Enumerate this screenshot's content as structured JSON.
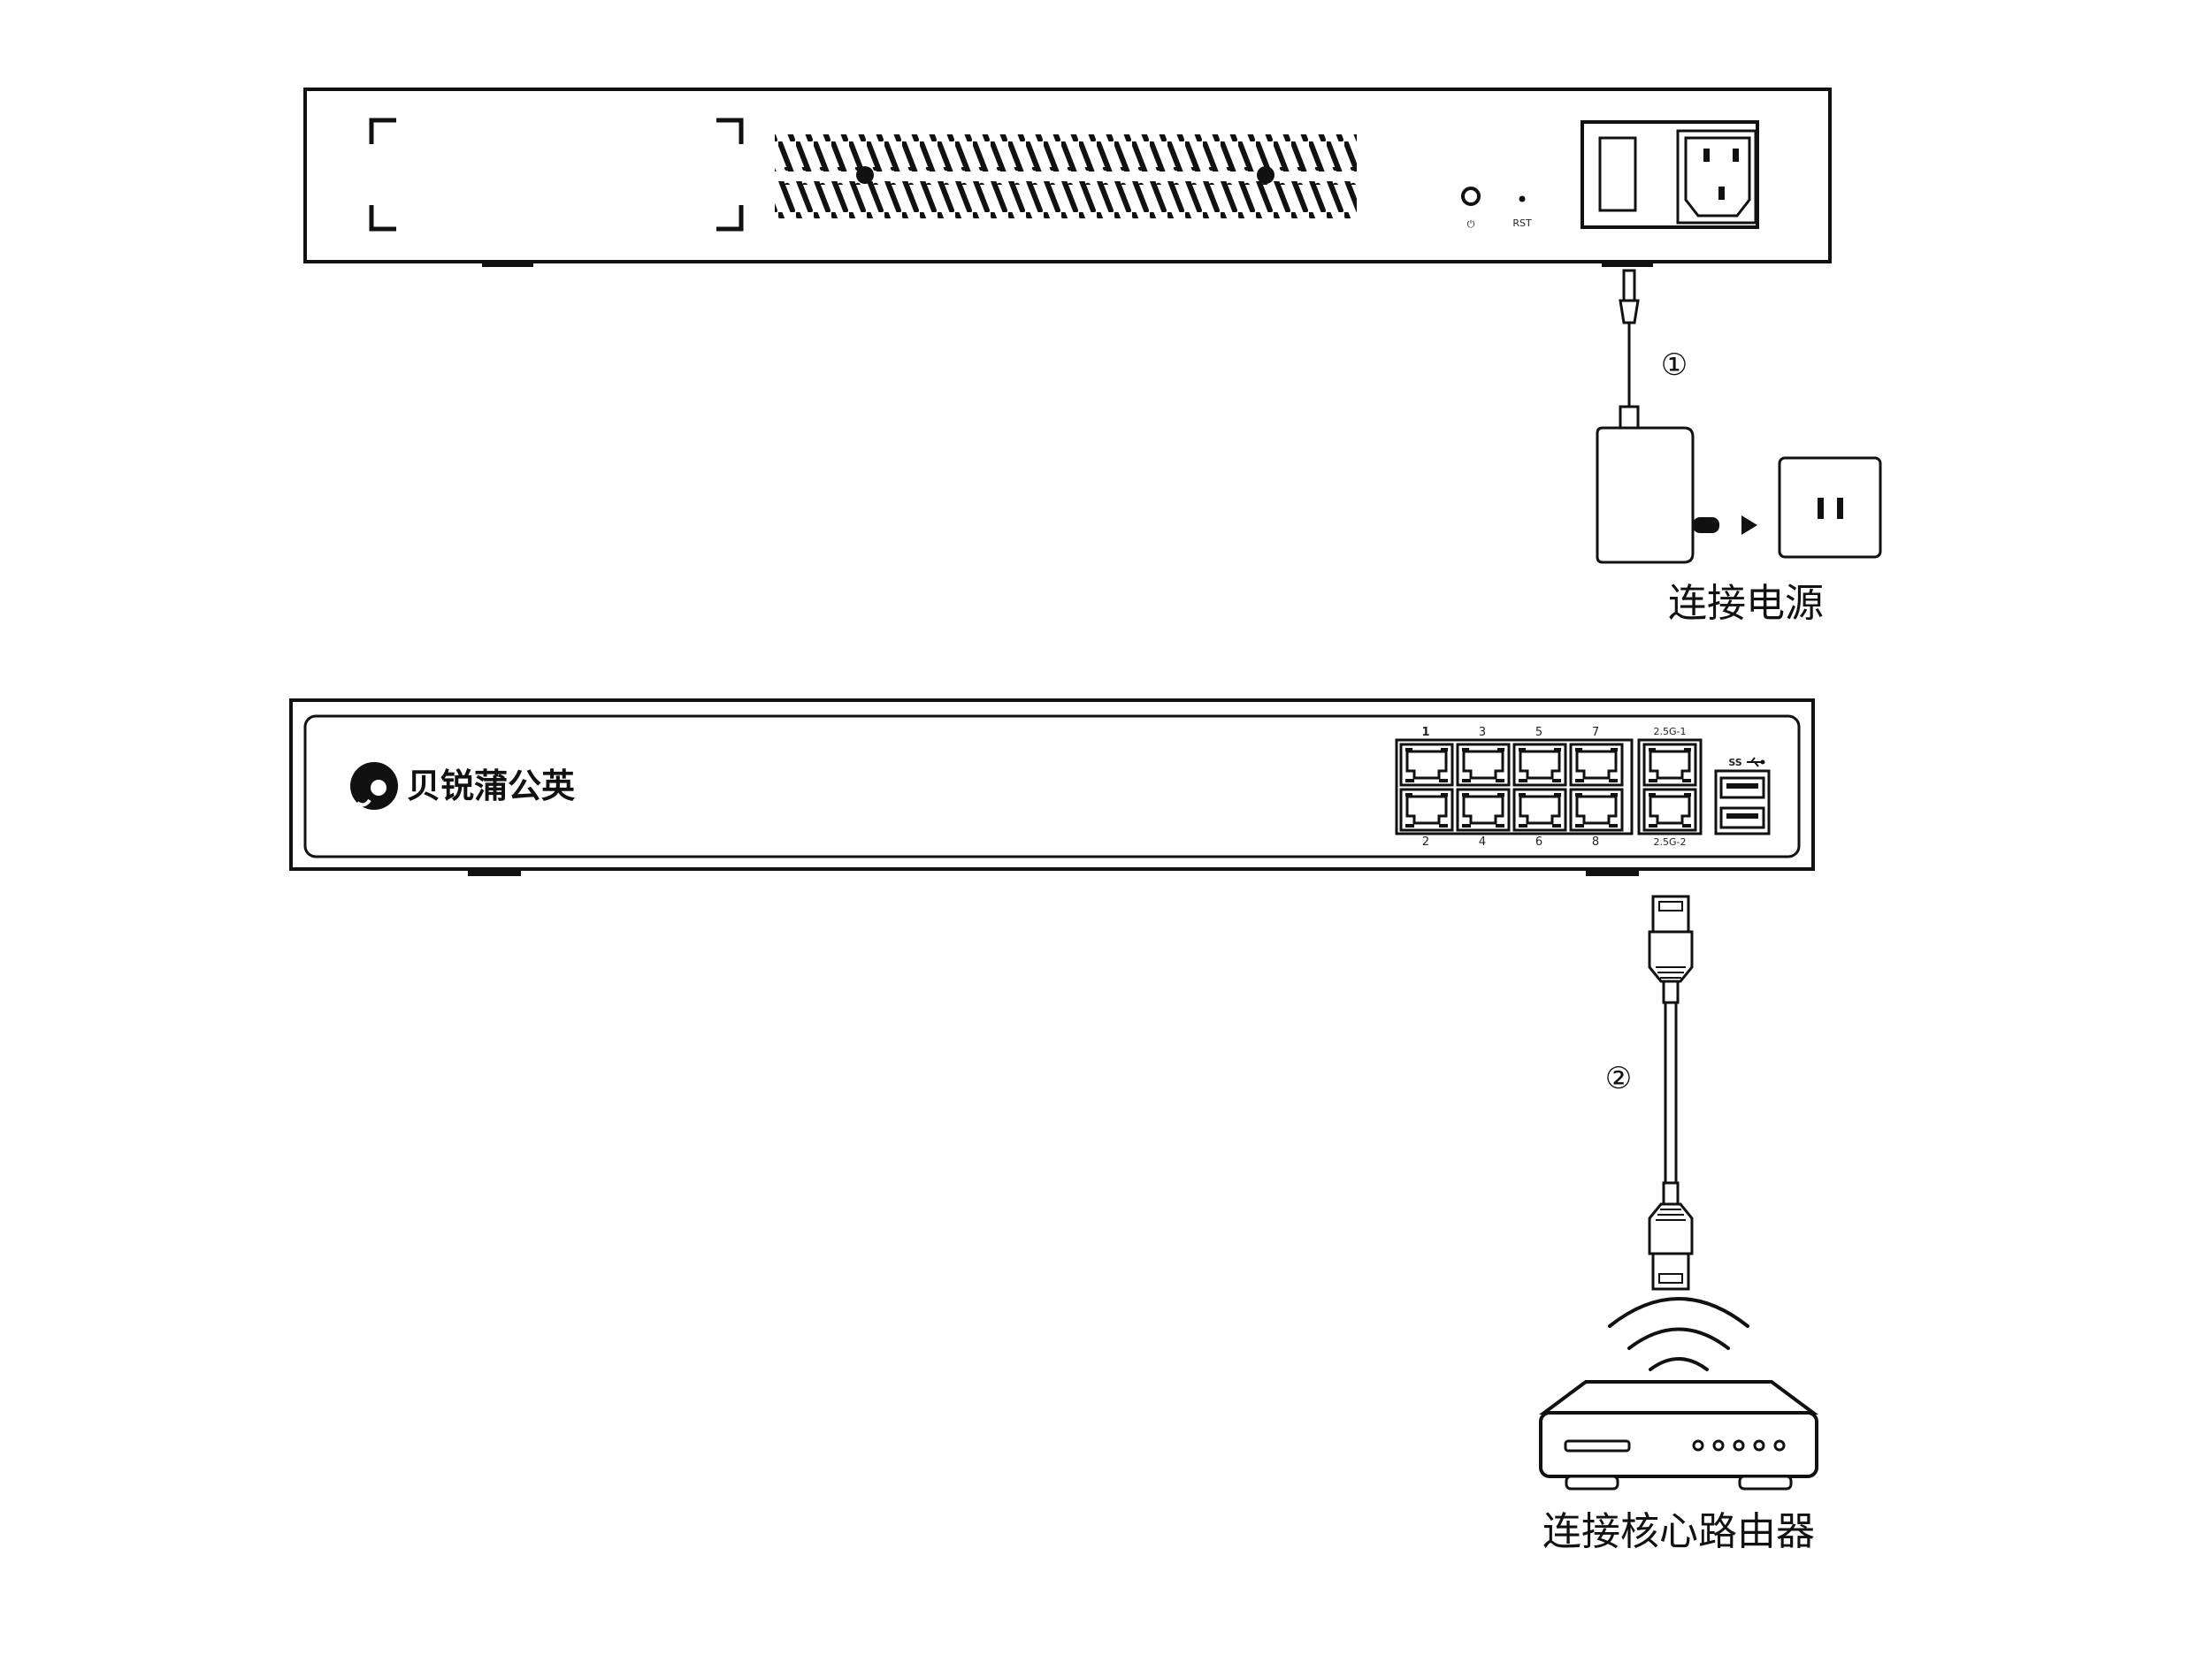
{
  "device_back": {
    "power_icon_label": "⏻",
    "reset_label": "RST"
  },
  "device_front": {
    "brand_name": "贝锐蒲公英",
    "port_top_labels": [
      "1",
      "3",
      "5",
      "7"
    ],
    "port_bottom_labels": [
      "2",
      "4",
      "6",
      "8"
    ],
    "port_25g_top_label": "2.5G-1",
    "port_25g_bottom_label": "2.5G-2",
    "usb_label": "SS"
  },
  "steps": {
    "step1_marker": "①",
    "step1_caption": "连接电源",
    "step2_marker": "②",
    "step2_caption": "连接核心路由器"
  }
}
